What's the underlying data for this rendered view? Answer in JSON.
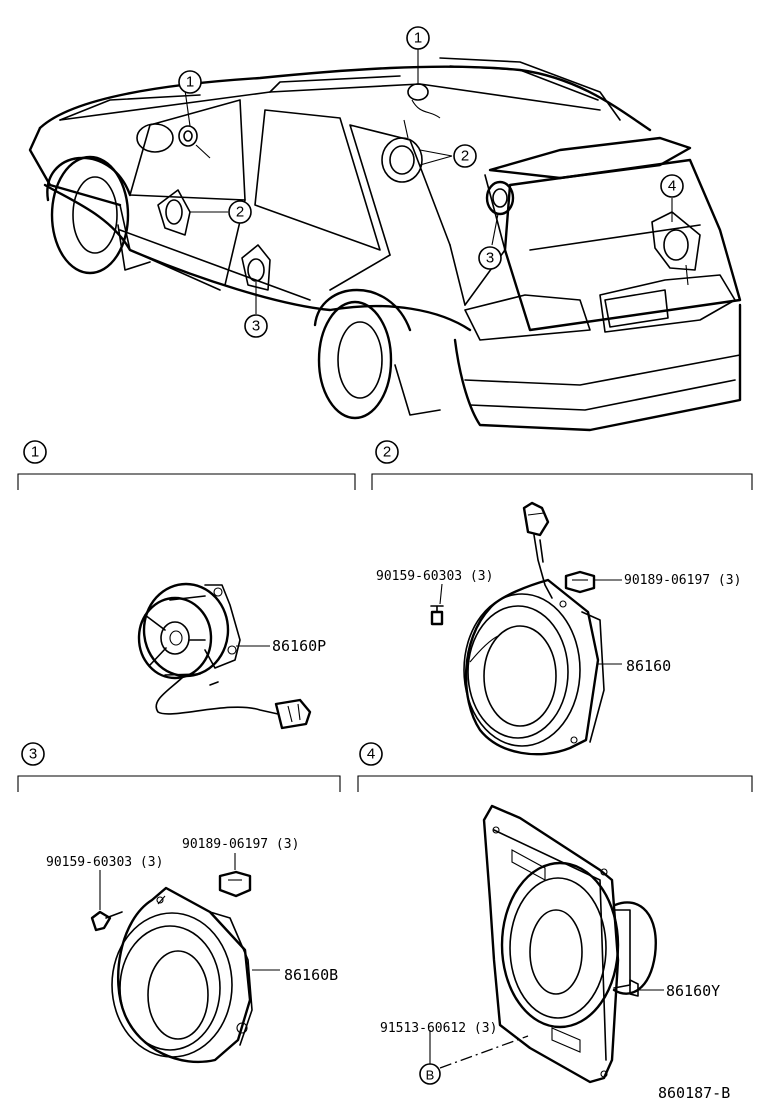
{
  "callouts": {
    "c1": "1",
    "c2": "2",
    "c3": "3",
    "c4": "4"
  },
  "sections": {
    "s1": {
      "number": "1",
      "parts": {
        "speaker": "86160P"
      }
    },
    "s2": {
      "number": "2",
      "parts": {
        "screw": "90159-60303 (3)",
        "nut": "90189-06197 (3)",
        "speaker": "86160"
      }
    },
    "s3": {
      "number": "3",
      "parts": {
        "nut": "90189-06197 (3)",
        "screw": "90159-60303 (3)",
        "speaker": "86160B"
      }
    },
    "s4": {
      "number": "4",
      "parts": {
        "speaker": "86160Y",
        "clip": "91513-60612 (3)",
        "clip_ref": "B"
      }
    }
  },
  "figure_code": "860187-B"
}
